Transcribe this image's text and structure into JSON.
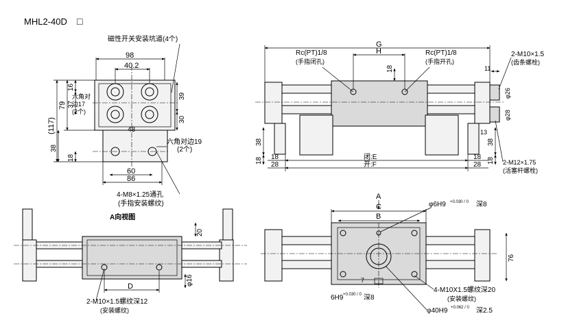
{
  "header": {
    "model": "MHL2-40D",
    "checkbox": "□"
  },
  "top_left_view": {
    "note_sensor_groove": "磁性开关安装坑道(4个)",
    "dim_98": "98",
    "dim_40_2": "40.2",
    "dim_79": "79",
    "dim_16": "16",
    "dim_37": "37",
    "dim_117": "(117)",
    "dim_39": "39",
    "dim_30": "30",
    "dim_48": "48",
    "dim_38": "38",
    "dim_18": "18",
    "dim_60": "60",
    "dim_86": "86",
    "hex_label_1": "六角对",
    "hex_label_2": "边17",
    "hex_label_3": "(2个)",
    "hex19_label_1": "六角对边19",
    "hex19_label_2": "(2个)",
    "thread_label_1": "4-M8×1.25通孔",
    "thread_label_2": "(手指安装螺纹)"
  },
  "top_right_view": {
    "dim_G": "G",
    "dim_H": "H",
    "rc_close_1": "Rc(PT)1/8",
    "rc_close_2": "(手指闭孔)",
    "rc_open_1": "Rc(PT)1/8",
    "rc_open_2": "(手指开孔)",
    "dim_18": "18",
    "dim_11": "11",
    "dim_phi26": "φ26",
    "dim_phi28": "φ28",
    "dim_13": "13",
    "dim_38_left": "38",
    "dim_38_right": "38",
    "dim_18_left": "18",
    "dim_18_right": "18",
    "dim_28_left": "28",
    "dim_28_right": "28",
    "dim_E": "闭:E",
    "dim_F": "开:F",
    "m10_1": "2-M10×1.5",
    "m10_2": "(齿条螺栓)",
    "m12_1": "2-M12×1.75",
    "m12_2": "(活塞杆螺栓)"
  },
  "bottom_left_view": {
    "title": "A向视图",
    "dim_20": "20",
    "dim_D": "D",
    "dim_phi16": "φ16",
    "m10_1": "2-M10×1.5螺纹深12",
    "m10_2": "(安装螺纹)"
  },
  "bottom_right_view": {
    "arrow_A": "A",
    "dim_C": "C",
    "dim_B": "B",
    "pin_hole": "φ6H9",
    "pin_tol": "+0.030 / 0",
    "pin_depth": "深8",
    "dim_76": "76",
    "dim_7": "7",
    "slot_w": "6H9",
    "slot_tol": "+0.030 / 0",
    "slot_depth": "深8",
    "m10_1": "4-M10X1.5螺纹深20",
    "m10_2": "(安装螺纹)",
    "bore": "φ40H9",
    "bore_tol": "+0.062 / 0",
    "bore_depth": "深2.5"
  }
}
